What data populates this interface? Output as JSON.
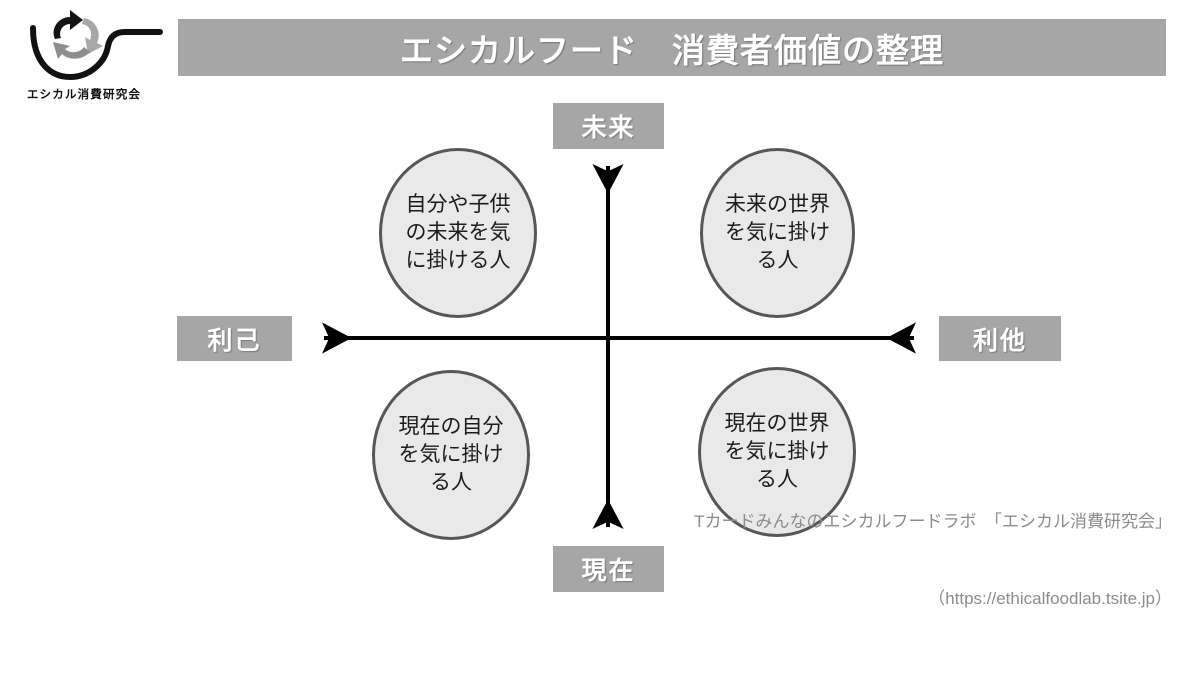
{
  "logo": {
    "icon": "spoon-recycle-logo",
    "caption": "エシカル消費研究会"
  },
  "header": {
    "title": "エシカルフード　消費者価値の整理",
    "bar_color": "#a6a6a6",
    "title_color": "#ffffff"
  },
  "chart_data": {
    "type": "scatter",
    "title": "エシカルフード　消費者価値の整理",
    "xlabel": "",
    "ylabel": "",
    "grid": false,
    "legend": "none",
    "axes": {
      "x": {
        "left_label": "利己",
        "right_label": "利他"
      },
      "y": {
        "top_label": "未来",
        "bottom_label": "現在"
      }
    },
    "quadrants": [
      {
        "id": "upper-left",
        "x": -1,
        "y": 1,
        "label": "自分や子供の未来を気に掛ける人"
      },
      {
        "id": "upper-right",
        "x": 1,
        "y": 1,
        "label": "未来の世界を気に掛ける人"
      },
      {
        "id": "lower-left",
        "x": -1,
        "y": -1,
        "label": "現在の自分を気に掛ける人"
      },
      {
        "id": "lower-right",
        "x": 1,
        "y": -1,
        "label": "現在の世界を気に掛ける人"
      }
    ],
    "bubble_fill": "#e9e9e9",
    "bubble_stroke": "#575757",
    "axis_color": "#000000"
  },
  "axis_labels": {
    "top": "未来",
    "bottom": "現在",
    "left": "利己",
    "right": "利他"
  },
  "bubbles": {
    "top_left": "自分や子供の未来を気に掛ける人",
    "top_right": "未来の世界を気に掛ける人",
    "bottom_left": "現在の自分を気に掛ける人",
    "bottom_right": "現在の世界を気に掛ける人"
  },
  "footer": {
    "line1": "Tカードみんなのエシカルフードラボ　「エシカル消費研究会」",
    "line2": "（https://ethicalfoodlab.tsite.jp）"
  }
}
